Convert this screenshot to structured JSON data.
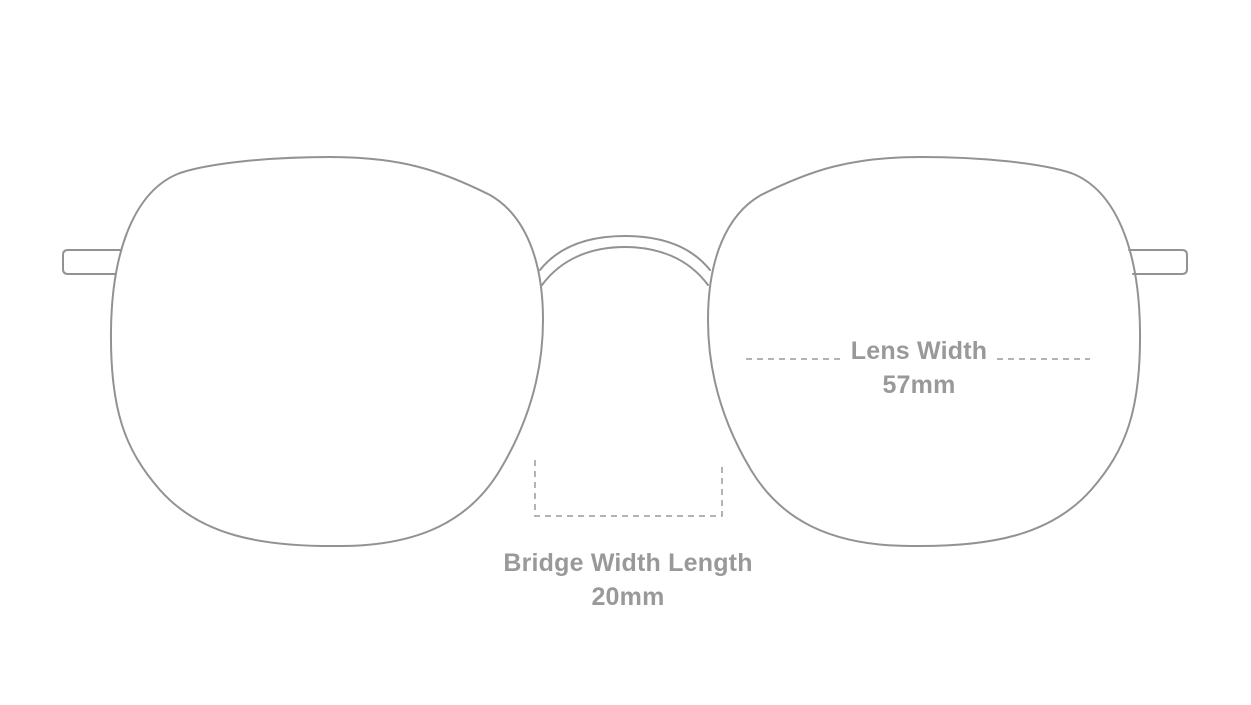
{
  "diagram": {
    "subject": "eyeglasses-frame-front-view",
    "colors": {
      "background": "#ffffff",
      "frame_stroke": "#929292",
      "label_text": "#999999",
      "dash_line": "#9a9a9a"
    },
    "measurements": {
      "lens_width": {
        "label": "Lens Width",
        "value": "57mm"
      },
      "bridge_width": {
        "label": "Bridge Width Length",
        "value": "20mm"
      }
    }
  }
}
